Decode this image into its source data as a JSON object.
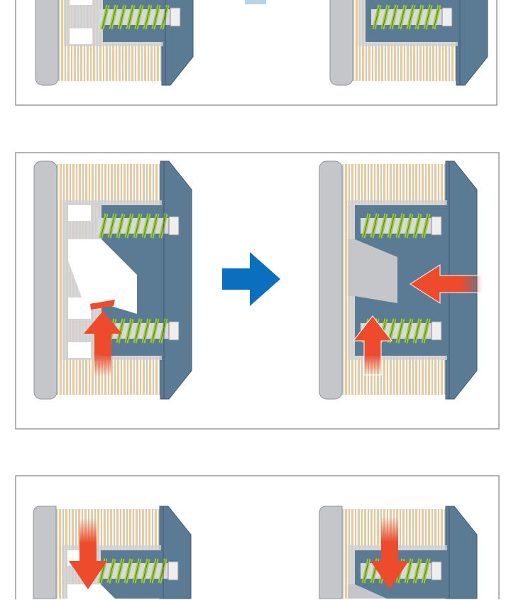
{
  "colors": {
    "panel_border": "#9a9a9a",
    "plate_gray": "#c4c6ca",
    "body_blue": "#5b7a93",
    "body_blue_dark": "#3f5a70",
    "spring_green": "#9ccc3c",
    "thread_orange": "#f3c987",
    "thread_blue": "#b8cde0",
    "force_arrow_red": "#ee4a2c",
    "step_arrow_blue": "#0a6fbf"
  },
  "panels": [
    {
      "label": "",
      "state": "top-partial"
    },
    {
      "label": "",
      "state": "latch-release-sequence"
    },
    {
      "label": "",
      "state": "bottom-partial"
    }
  ]
}
